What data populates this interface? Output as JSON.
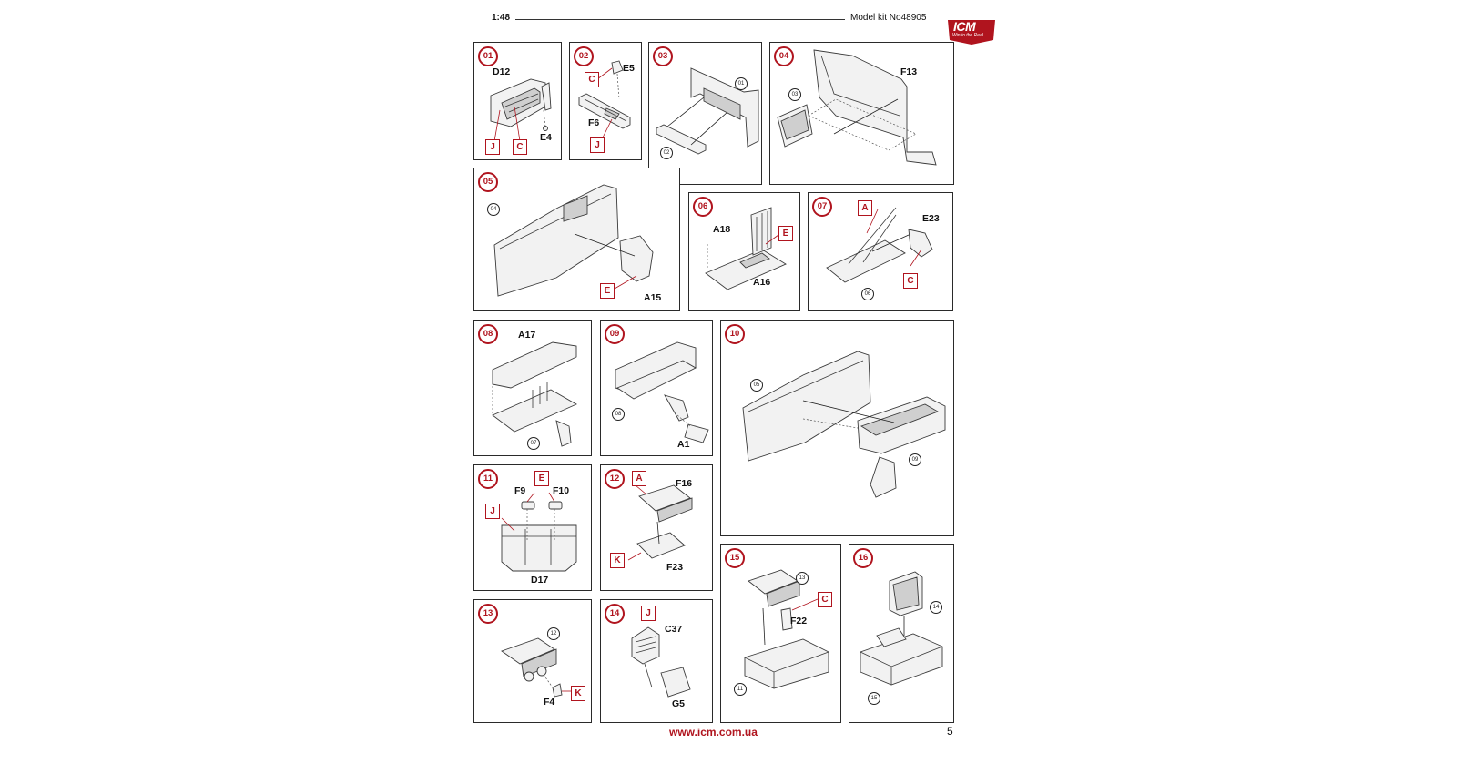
{
  "header": {
    "scale": "1:48",
    "model": "Model kit No48905"
  },
  "logo": {
    "text": "ICM",
    "tagline": "Win in the Real"
  },
  "footer": {
    "url": "www.icm.com.ua",
    "page": "5"
  },
  "steps": [
    {
      "num": "01",
      "labels": [
        "D12",
        "E4"
      ],
      "colors": [
        "J",
        "C"
      ]
    },
    {
      "num": "02",
      "labels": [
        "E5",
        "F6"
      ],
      "colors": [
        "C",
        "J"
      ]
    },
    {
      "num": "03",
      "labels": [],
      "colors": [],
      "refs": [
        "01",
        "02"
      ]
    },
    {
      "num": "04",
      "labels": [
        "F13"
      ],
      "colors": [],
      "refs": [
        "03"
      ]
    },
    {
      "num": "05",
      "labels": [
        "A15"
      ],
      "colors": [
        "E"
      ],
      "refs": [
        "04"
      ]
    },
    {
      "num": "06",
      "labels": [
        "A18",
        "A16"
      ],
      "colors": [
        "E"
      ]
    },
    {
      "num": "07",
      "labels": [
        "E23"
      ],
      "colors": [
        "A",
        "C"
      ],
      "refs": [
        "06"
      ]
    },
    {
      "num": "08",
      "labels": [
        "A17"
      ],
      "colors": [],
      "refs": [
        "07"
      ]
    },
    {
      "num": "09",
      "labels": [
        "A1"
      ],
      "colors": [],
      "refs": [
        "08"
      ]
    },
    {
      "num": "10",
      "labels": [],
      "colors": [],
      "refs": [
        "05",
        "09"
      ]
    },
    {
      "num": "11",
      "labels": [
        "F9",
        "F10",
        "D17"
      ],
      "colors": [
        "E",
        "J"
      ]
    },
    {
      "num": "12",
      "labels": [
        "F16",
        "F23"
      ],
      "colors": [
        "A",
        "K"
      ]
    },
    {
      "num": "13",
      "labels": [
        "F4"
      ],
      "colors": [
        "K"
      ],
      "refs": [
        "12"
      ]
    },
    {
      "num": "14",
      "labels": [
        "C37",
        "G5"
      ],
      "colors": [
        "J"
      ]
    },
    {
      "num": "15",
      "labels": [
        "F22"
      ],
      "colors": [
        "C"
      ],
      "refs": [
        "13",
        "11"
      ]
    },
    {
      "num": "16",
      "labels": [],
      "colors": [],
      "refs": [
        "14",
        "15"
      ]
    }
  ]
}
